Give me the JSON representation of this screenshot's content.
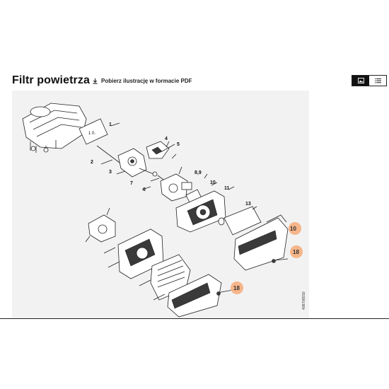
{
  "header": {
    "title": "Filtr powietrza",
    "download_label": "Pobierz ilustrację w formacie PDF"
  },
  "view_toggle": {
    "options": [
      "image-icon",
      "list-icon"
    ],
    "active": "image-icon"
  },
  "diagram": {
    "labels": [
      "1",
      "2",
      "3",
      "4",
      "5",
      "6",
      "7",
      "8,9",
      "10",
      "11",
      "13"
    ],
    "hotspots": [
      "10",
      "18",
      "18"
    ],
    "side_code": "4087065S0",
    "accent_color": "#f6b58a"
  }
}
